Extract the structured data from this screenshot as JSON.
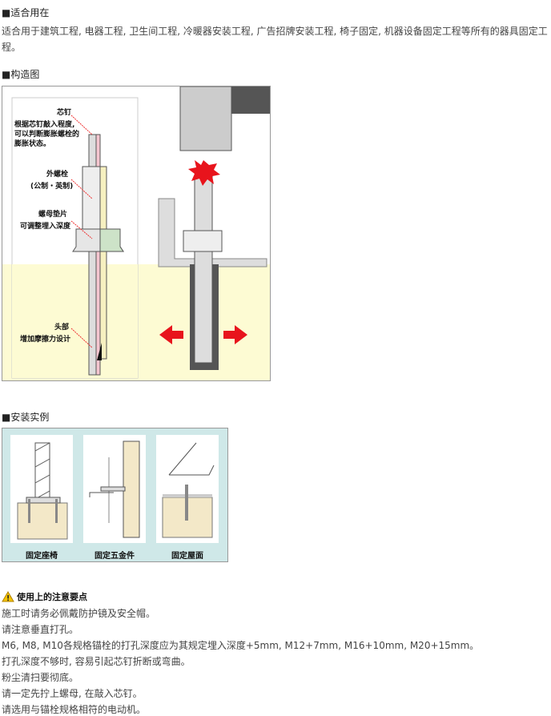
{
  "usage": {
    "heading": "■适合用在",
    "text": "适合用于建筑工程, 电器工程, 卫生间工程, 冷暖器安装工程, 广告招牌安装工程, 椅子固定, 机器设备固定工程等所有的器具固定工程。"
  },
  "structure": {
    "heading": "■构造图",
    "labels": {
      "core_pin": "芯钉",
      "core_pin_desc": "根据芯钉敲入程度,\n可以判断膨胀螺栓的\n膨胀状态。",
      "outer_bolt": "外螺栓",
      "outer_bolt_desc": "(公制・英制)",
      "nut_washer": "螺母垫片",
      "nut_washer_desc": "可调整埋入深度",
      "head": "头部",
      "head_desc": "增加摩擦力设计"
    }
  },
  "install": {
    "heading": "■安装实例",
    "examples": [
      {
        "caption": "固定座椅"
      },
      {
        "caption": "固定五金件"
      },
      {
        "caption": "固定屋面"
      }
    ]
  },
  "notes": {
    "heading": "使用上的注意要点",
    "items": [
      "施工时请务必佩戴防护镜及安全帽。",
      "请注意垂直打孔。",
      "M6, M8, M10各规格锚栓的打孔深度应为其规定埋入深度+5mm, M12+7mm, M16+10mm, M20+15mm。",
      "打孔深度不够时, 容易引起芯钉折断或弯曲。",
      "粉尘清扫要彻底。",
      "请一定先拧上螺母, 在敲入芯钉。",
      "请选用与锚栓规格相符的电动机。"
    ]
  }
}
